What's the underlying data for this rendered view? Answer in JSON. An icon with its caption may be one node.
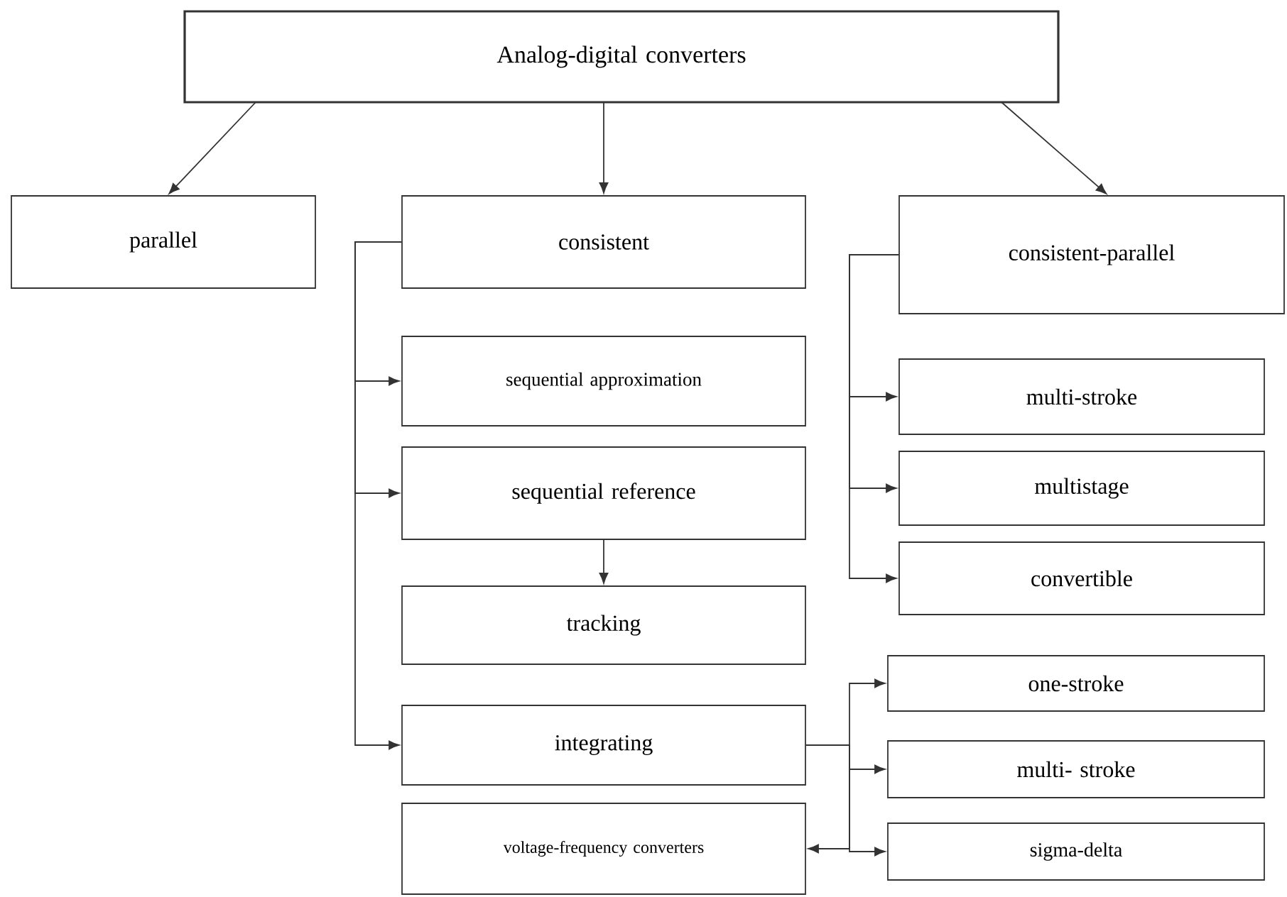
{
  "diagram": {
    "nodes": [
      {
        "text": [
          "Analog-digital converters"
        ]
      },
      {
        "text": [
          "parallel"
        ]
      },
      {
        "text": [
          "consistent"
        ]
      },
      {
        "text": [
          "consistent-parallel"
        ]
      },
      {
        "text": [
          "sequential approximation"
        ]
      },
      {
        "text": [
          "sequential reference"
        ]
      },
      {
        "text": [
          "tracking"
        ]
      },
      {
        "text": [
          "integrating"
        ]
      },
      {
        "text": [
          "voltage-frequency converters"
        ]
      },
      {
        "text": [
          "multi-stroke"
        ]
      },
      {
        "text": [
          "multistage"
        ]
      },
      {
        "text": [
          "convertible"
        ]
      },
      {
        "text": [
          "one-stroke"
        ]
      },
      {
        "text": [
          "multi- stroke"
        ]
      },
      {
        "text": [
          "sigma-delta"
        ]
      }
    ],
    "edges": [
      {
        "from": 0,
        "to": 1,
        "arrow": "to"
      },
      {
        "from": 0,
        "to": 2,
        "arrow": "to"
      },
      {
        "from": 0,
        "to": 3,
        "arrow": "to"
      },
      {
        "from": 2,
        "to": 4,
        "arrow": "to"
      },
      {
        "from": 2,
        "to": 5,
        "arrow": "to"
      },
      {
        "from": 2,
        "to": 7,
        "arrow": "to"
      },
      {
        "from": 5,
        "to": 6,
        "arrow": "to"
      },
      {
        "from": 3,
        "to": 9,
        "arrow": "to"
      },
      {
        "from": 3,
        "to": 10,
        "arrow": "to"
      },
      {
        "from": 3,
        "to": 11,
        "arrow": "to"
      },
      {
        "from": 7,
        "to": 12,
        "arrow": "to"
      },
      {
        "from": 7,
        "to": 13,
        "arrow": "to"
      },
      {
        "from": 7,
        "to": 8,
        "arrow": "to"
      },
      {
        "from": 7,
        "to": 14,
        "arrow": "to"
      }
    ]
  }
}
